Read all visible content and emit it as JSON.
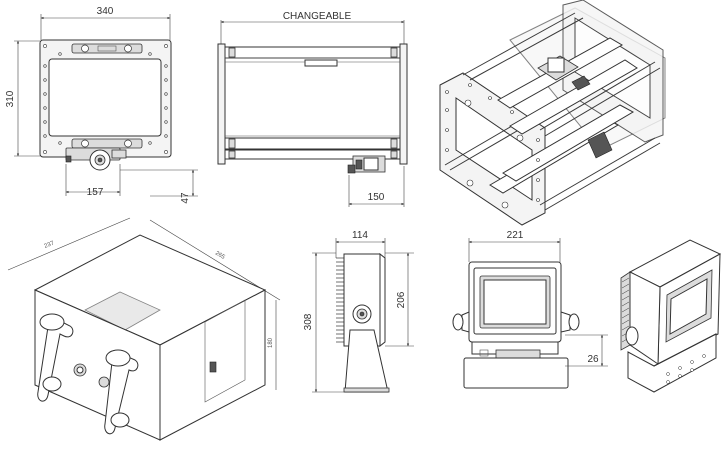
{
  "dimensions": {
    "frame_width": "340",
    "frame_height": "310",
    "frame_offset": "157",
    "frame_depth": "47",
    "roller_length_label": "CHANGEABLE",
    "roller_offset": "150",
    "enclosure_width": "114",
    "enclosure_height_total": "308",
    "enclosure_height": "206",
    "front_width": "221",
    "front_offset": "26",
    "box_depth_a": "237",
    "box_depth_b": "265",
    "box_height": "180"
  }
}
